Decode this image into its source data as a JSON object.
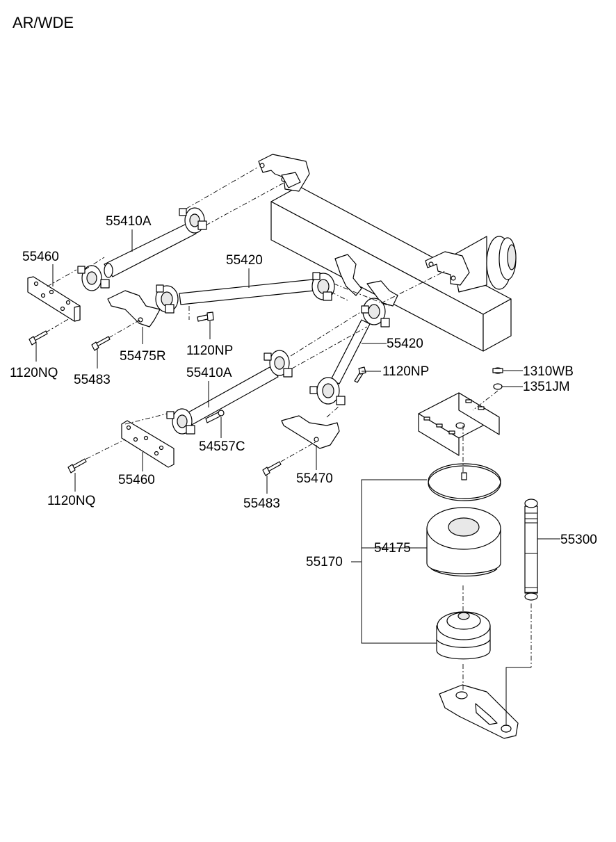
{
  "diagram": {
    "title": "AR/WDE",
    "labels": {
      "arm_upper_left": "55410A",
      "plate_upper_left": "55460",
      "rod_center_upper": "55420",
      "bracket_right_hand": "55475R",
      "bolt_nq_upper": "1120NQ",
      "bolt_483_upper": "55483",
      "bolt_np_upper": "1120NP",
      "rod_center_lower": "55420",
      "arm_lower_left": "55410A",
      "bolt_np_lower": "1120NP",
      "nut_wb": "1310WB",
      "washer_jm": "1351JM",
      "fitting_c": "54557C",
      "plate_lower_left": "55460",
      "bracket_lower": "55470",
      "bolt_nq_lower": "1120NQ",
      "bolt_483_lower": "55483",
      "rubber_block": "54175",
      "mount_assembly": "55170",
      "pin_bolt": "55300"
    }
  }
}
